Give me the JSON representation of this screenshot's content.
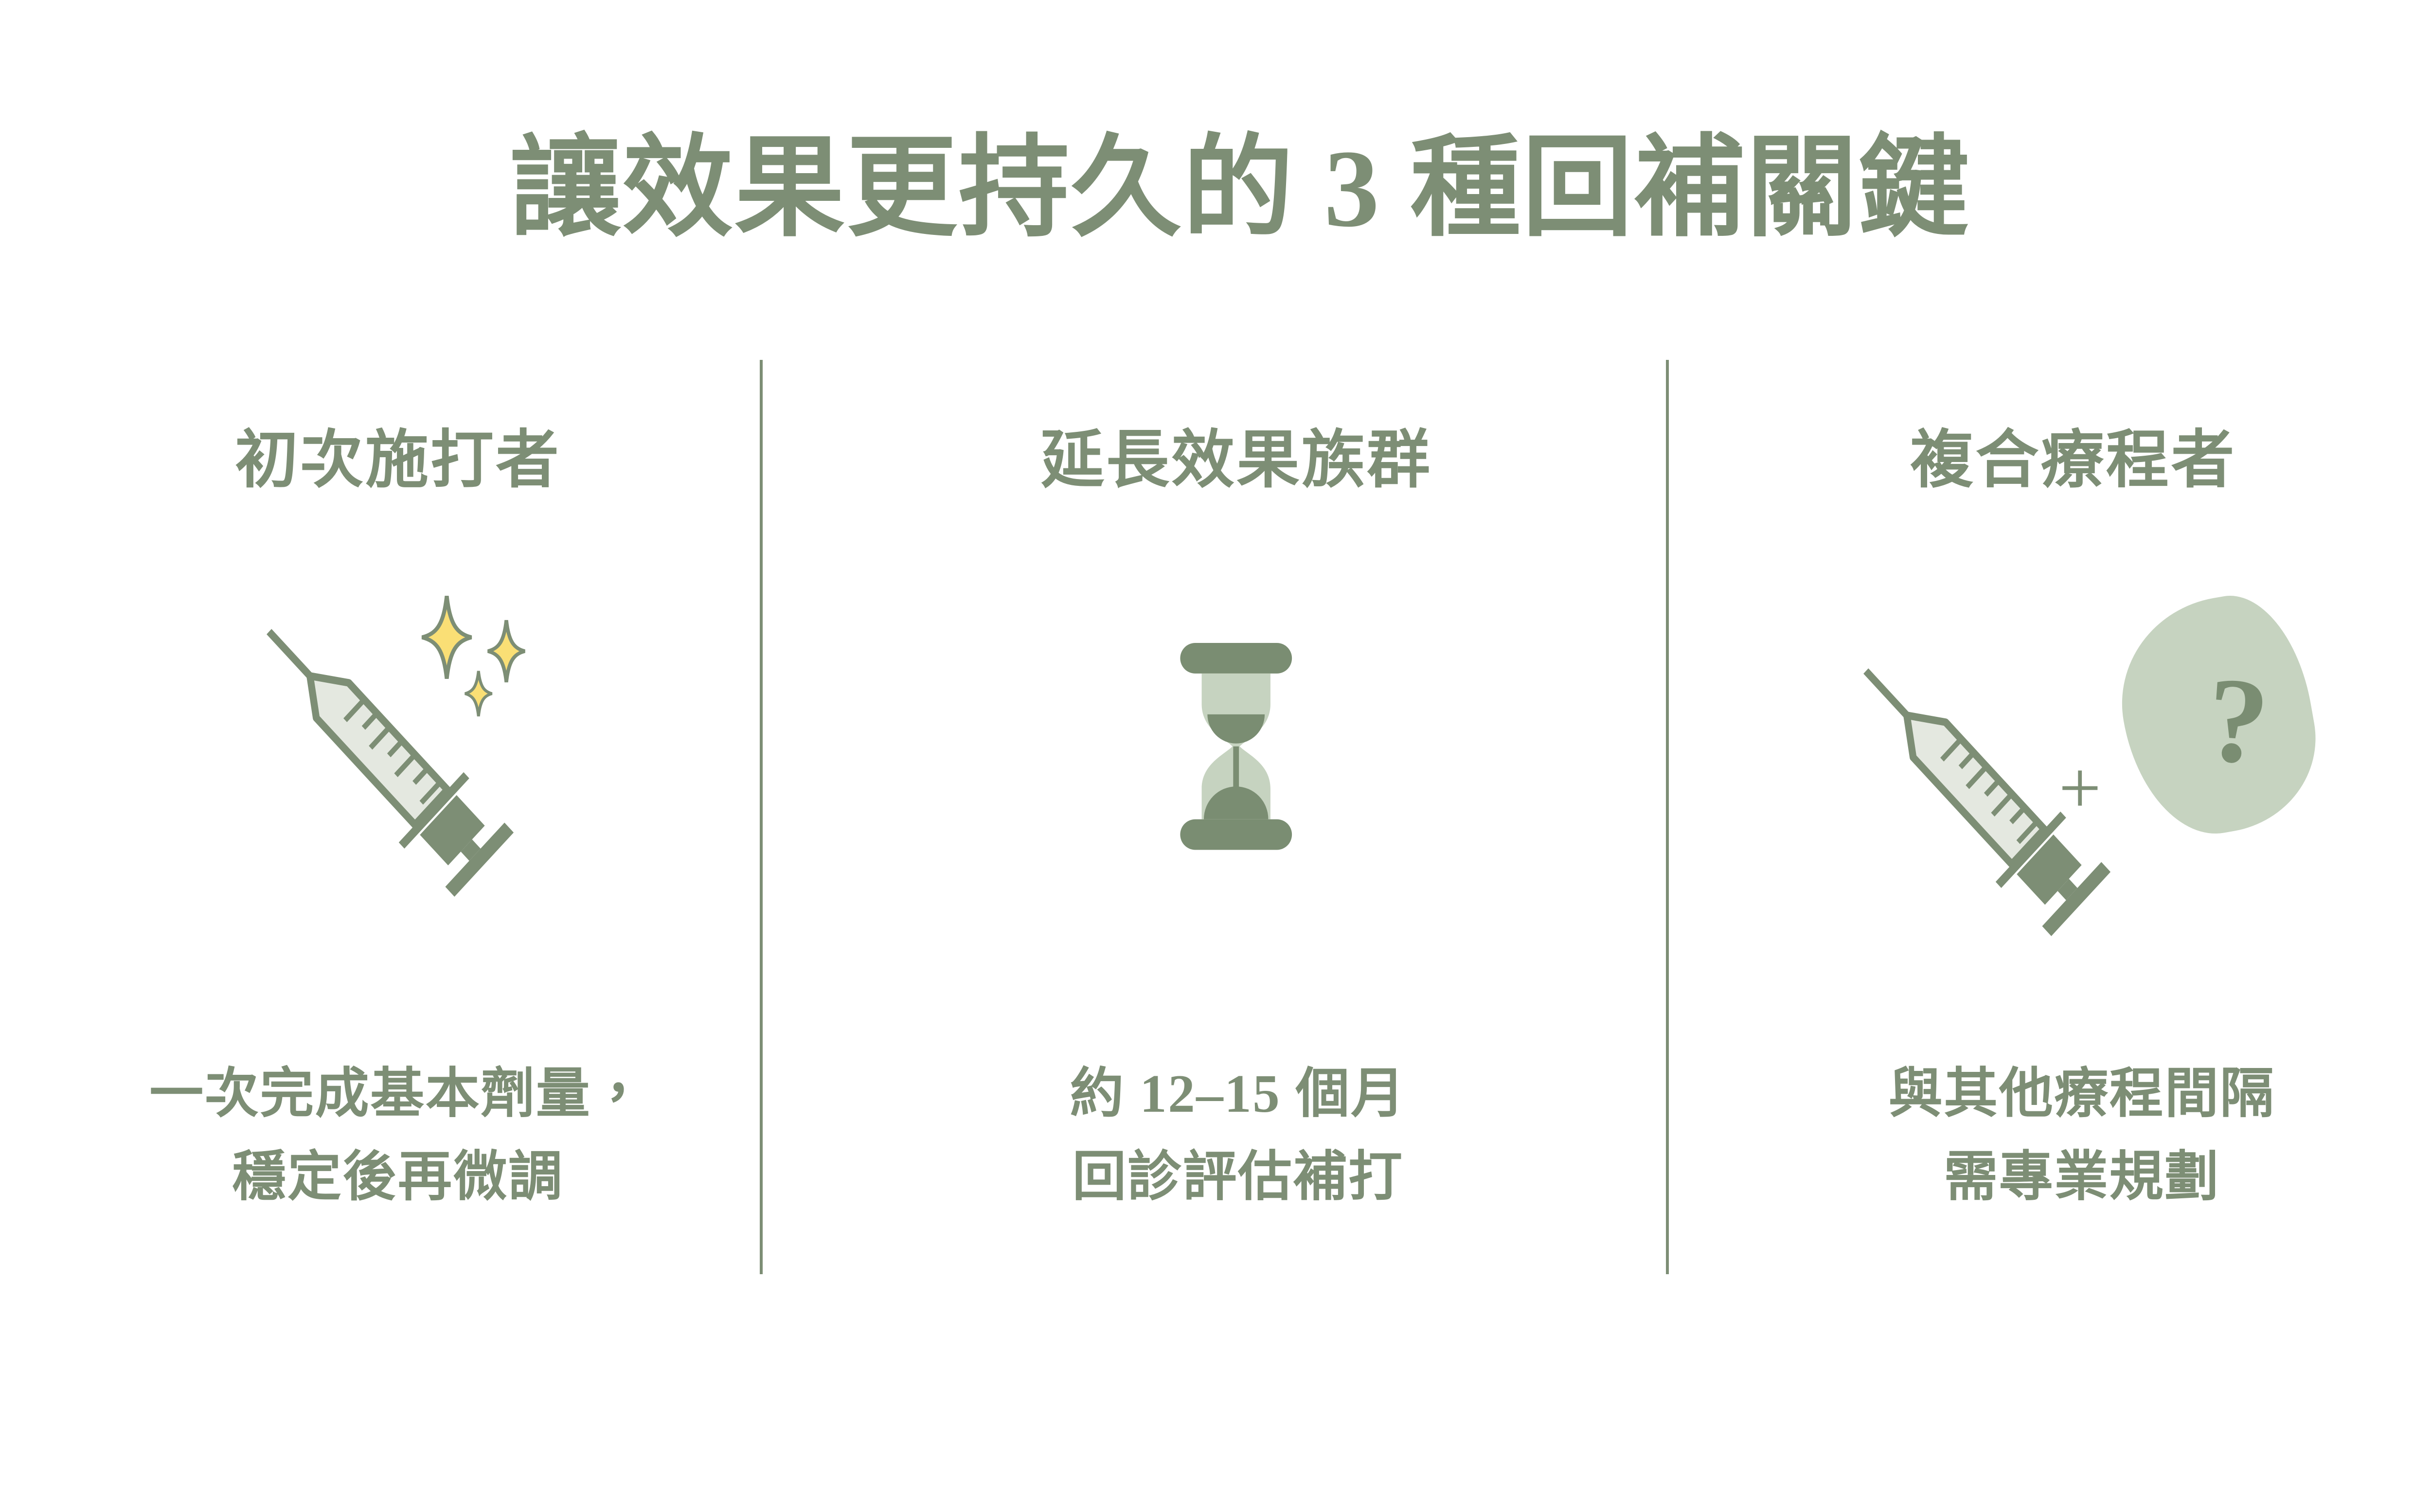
{
  "title": "讓效果更持久的 3 種回補關鍵",
  "columns": [
    {
      "heading": "初次施打者",
      "body_line1": "一次完成基本劑量，",
      "body_line2": "穩定後再微調",
      "icon": "syringe-with-sparkles"
    },
    {
      "heading": "延長效果族群",
      "body_line1": "約 12–15 個月",
      "body_line2": "回診評估補打",
      "icon": "hourglass"
    },
    {
      "heading": "複合療程者",
      "body_line1": "與其他療程間隔",
      "body_line2": "需專業規劃",
      "icon": "syringe-plus-filler-question"
    }
  ],
  "icon_glyphs": {
    "plus": "+",
    "question_mark": "?"
  },
  "colors": {
    "text_green": "#7d8e75",
    "icon_dark_green": "#7a8d72",
    "icon_light_green": "#c6d3c0",
    "syringe_barrel_fill": "#e4e8e0",
    "sparkle_yellow": "#fadf75",
    "divider_green": "#7d8e75",
    "background": "#ffffff"
  }
}
